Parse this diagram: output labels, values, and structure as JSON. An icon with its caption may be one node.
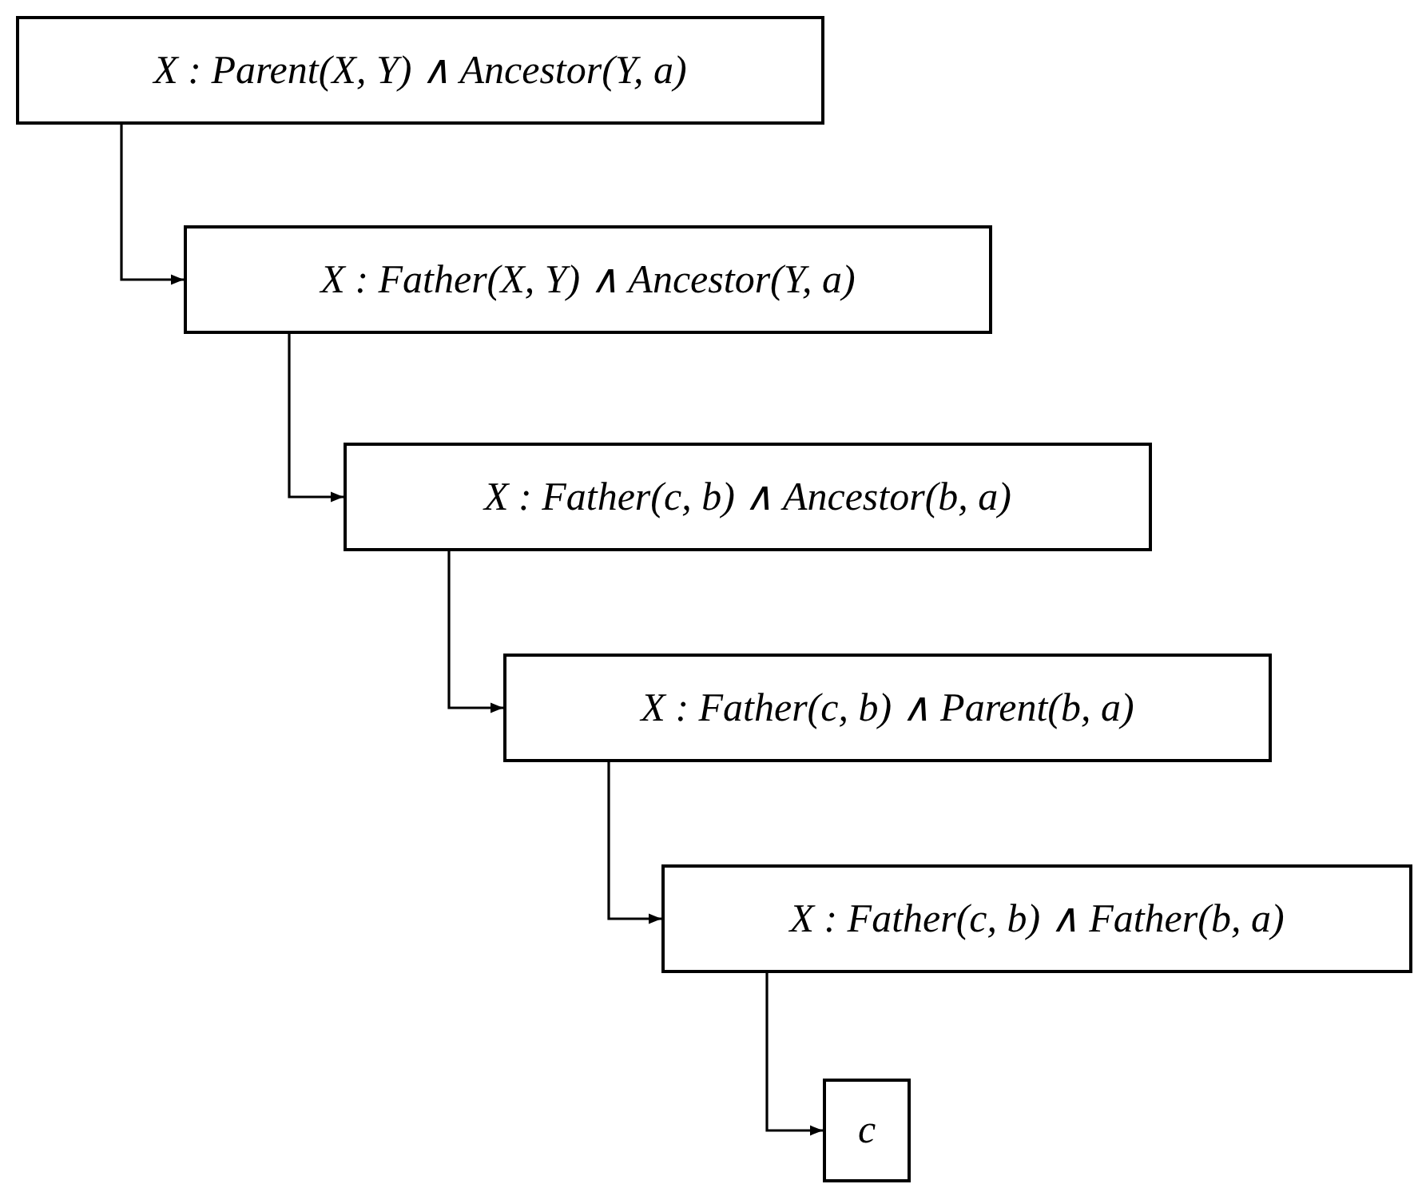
{
  "diagram": {
    "nodes": [
      {
        "text": [
          "X : Parent(X, Y) ∧ Ancestor(Y, a)"
        ]
      },
      {
        "text": [
          "X : Father(X, Y) ∧ Ancestor(Y, a)"
        ]
      },
      {
        "text": [
          "X : Father(c, b) ∧ Ancestor(b, a)"
        ]
      },
      {
        "text": [
          "X : Father(c, b) ∧ Parent(b, a)"
        ]
      },
      {
        "text": [
          "X : Father(c, b) ∧ Father(b, a)"
        ]
      },
      {
        "text": [
          "c"
        ]
      }
    ],
    "edges": [
      {
        "from": 0,
        "to": 1,
        "arrow": "to"
      },
      {
        "from": 1,
        "to": 2,
        "arrow": "to"
      },
      {
        "from": 2,
        "to": 3,
        "arrow": "to"
      },
      {
        "from": 3,
        "to": 4,
        "arrow": "to"
      },
      {
        "from": 4,
        "to": 5,
        "arrow": "to"
      }
    ]
  }
}
